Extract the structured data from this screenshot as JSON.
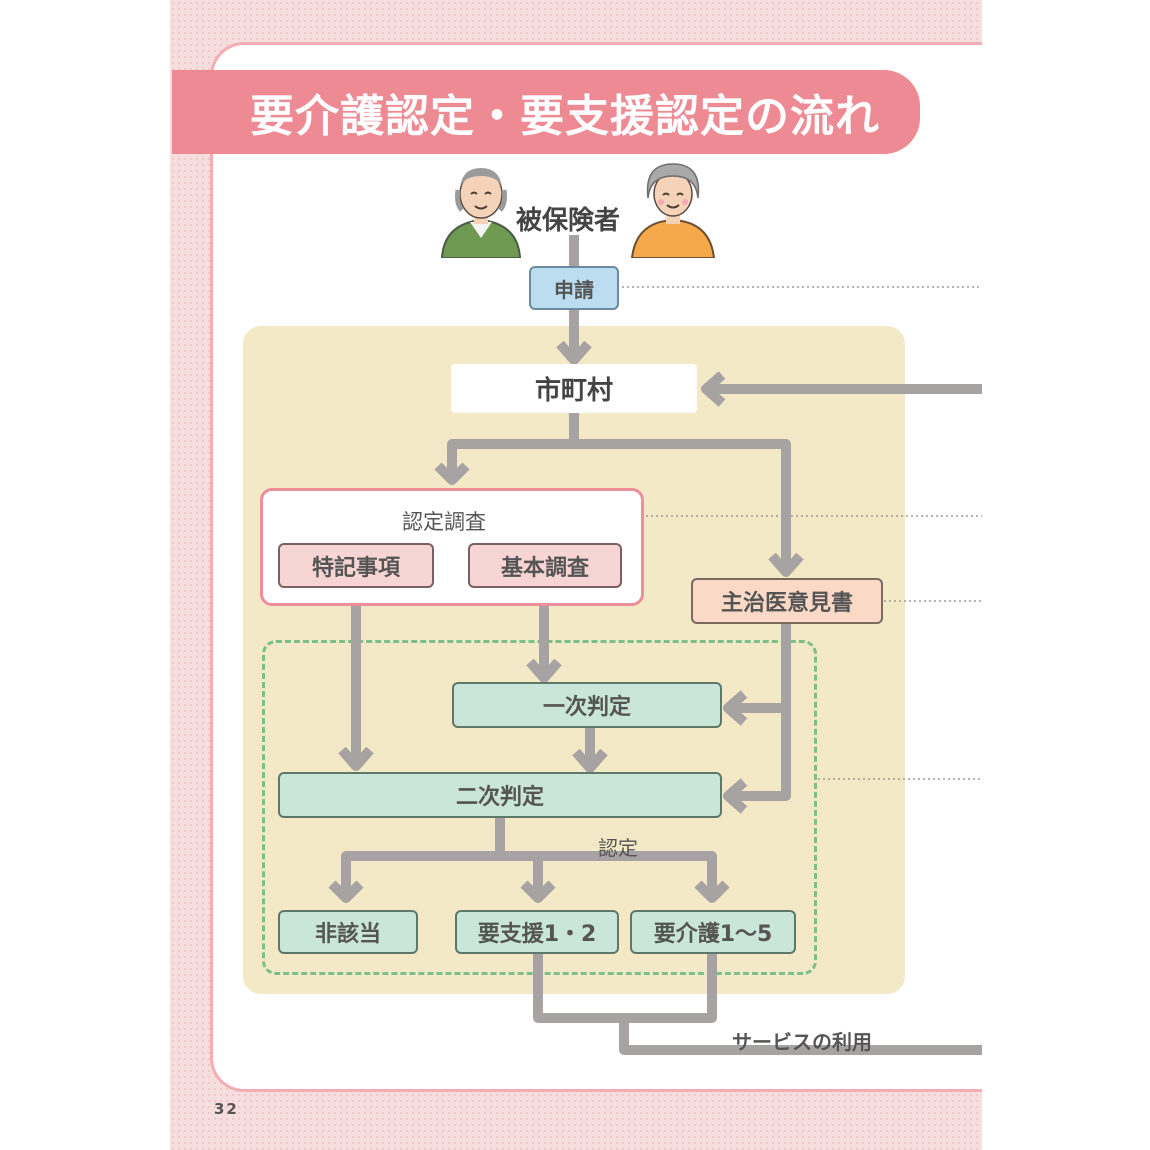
{
  "title": "要介護認定・要支援認定の流れ",
  "insured": "被保険者",
  "application": "申請",
  "municipality": "市町村",
  "survey": {
    "title": "認定調査",
    "special_notes": "特記事項",
    "basic_survey": "基本調査"
  },
  "doctor_opinion": "主治医意見書",
  "primary_judgment": "一次判定",
  "secondary_judgment": "二次判定",
  "certification_label": "認定",
  "results": {
    "not_applicable": "非該当",
    "support": "要支援1・2",
    "care": "要介護1～5"
  },
  "service_use": "サービスの利用",
  "page_number": "32",
  "colors": {
    "title_bar": "#ee8a93",
    "arrow": "#a8a3a3",
    "beige_panel": "#f3e9c6",
    "green_box": "#c9e6d8",
    "pink_box": "#f7d5d5",
    "blue_box": "#bcdcf0",
    "orange_box": "#fbd9c7",
    "dashed_border": "#7bbf8a"
  },
  "icons": [
    "elderly-man-icon",
    "elderly-woman-icon"
  ]
}
